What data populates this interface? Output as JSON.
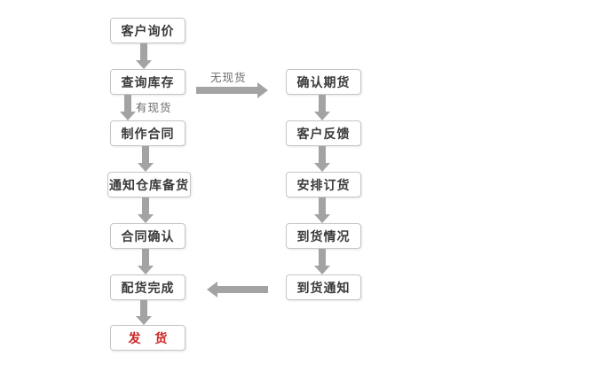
{
  "diagram": {
    "type": "flowchart",
    "colors": {
      "background": "#ffffff",
      "box_border": "#c6c6c6",
      "box_text": "#3a3a3a",
      "highlight_text": "#cc2222",
      "arrow": "#a3a3a3",
      "branch_label_text": "#6b6b6b"
    },
    "left_column": [
      {
        "label": "客户询价"
      },
      {
        "label": "查询库存"
      },
      {
        "label": "制作合同"
      },
      {
        "label": "通知仓库备货"
      },
      {
        "label": "合同确认"
      },
      {
        "label": "配货完成"
      },
      {
        "label": "发 货",
        "highlight": true
      }
    ],
    "right_column": [
      {
        "label": "确认期货"
      },
      {
        "label": "客户反馈"
      },
      {
        "label": "安排订货"
      },
      {
        "label": "到货情况"
      },
      {
        "label": "到货通知"
      }
    ],
    "branch_labels": {
      "no_stock": "无现货",
      "in_stock": "有现货"
    }
  }
}
